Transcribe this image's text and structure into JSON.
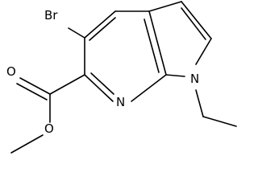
{
  "molecule": {
    "atoms": [
      {
        "id": "br",
        "symbol": "Br"
      },
      {
        "id": "o_carbonyl",
        "symbol": "O"
      },
      {
        "id": "o_ester",
        "symbol": "O"
      },
      {
        "id": "n_pyridine",
        "symbol": "N"
      },
      {
        "id": "n_pyrrole",
        "symbol": "N"
      }
    ]
  },
  "colors": {
    "bond": "#000000",
    "label": "#000000",
    "background": "#ffffff"
  }
}
